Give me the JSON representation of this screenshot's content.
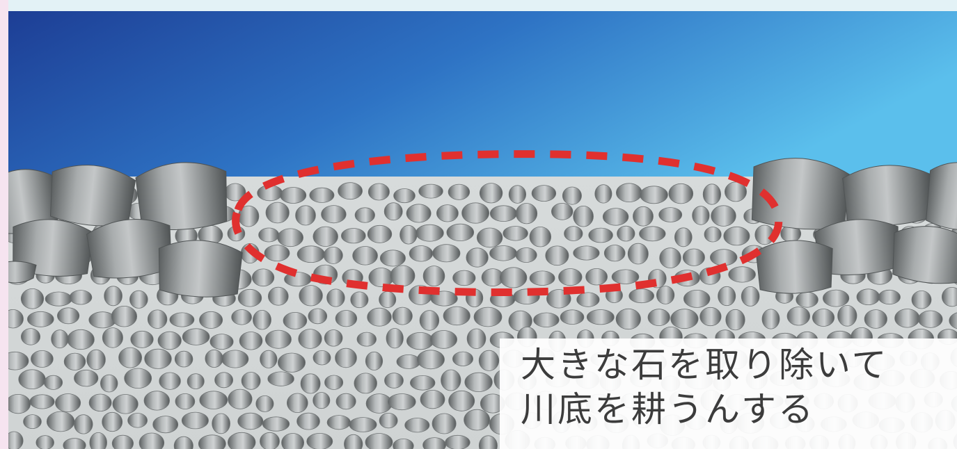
{
  "caption": {
    "line1": "大きな石を取り除いて",
    "line2": "川底を耕うんする"
  },
  "colors": {
    "water_top_left": "#1d3e95",
    "water_top_right": "#5bbfec",
    "riverbed_fill": "#d8dcdc",
    "stone_gray": "#8d9192",
    "highlight_dash": "#e0302f"
  },
  "elements": {
    "water": "water-layer",
    "large_boulders": "boulder-cluster",
    "small_stones": "gravel-stones",
    "highlight": "dashed-red-ellipse"
  }
}
